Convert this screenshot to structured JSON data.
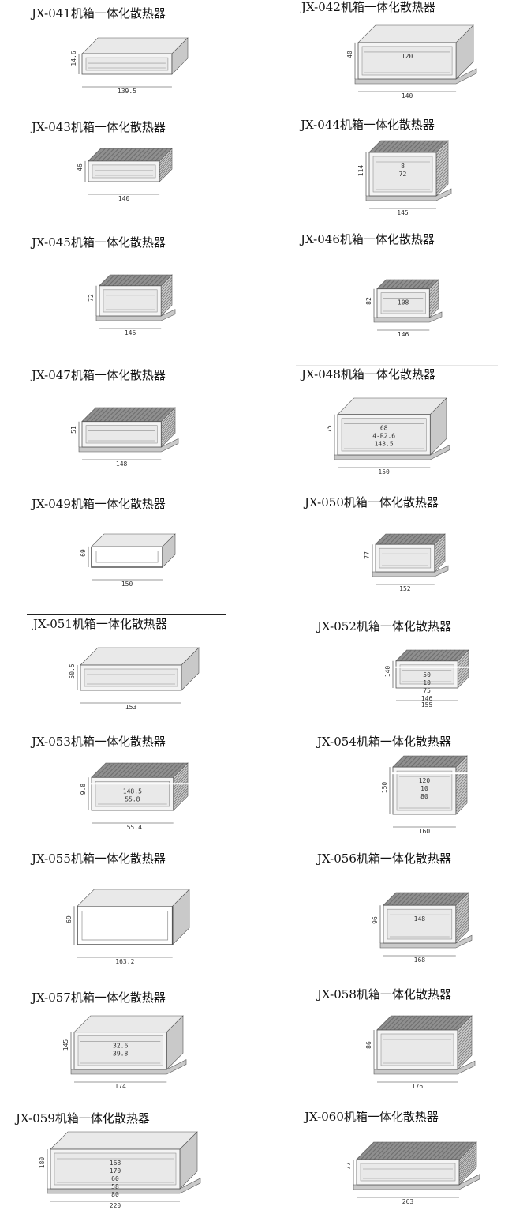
{
  "catalog": {
    "items": [
      {
        "title": "JX-041机箱一体化散热器",
        "dims": [
          "14.6",
          "139.5"
        ]
      },
      {
        "title": "JX-042机箱一体化散热器",
        "dims": [
          "40",
          "120",
          "140"
        ]
      },
      {
        "title": "JX-043机箱一体化散热器",
        "dims": [
          "46",
          "140"
        ]
      },
      {
        "title": "JX-044机箱一体化散热器",
        "dims": [
          "114",
          "8",
          "72",
          "145"
        ]
      },
      {
        "title": "JX-045机箱一体化散热器",
        "dims": [
          "72",
          "146"
        ]
      },
      {
        "title": "JX-046机箱一体化散热器",
        "dims": [
          "82",
          "108",
          "146"
        ]
      },
      {
        "title": "JX-047机箱一体化散热器",
        "dims": [
          "51",
          "148"
        ]
      },
      {
        "title": "JX-048机箱一体化散热器",
        "dims": [
          "75",
          "68",
          "4-R2.6",
          "143.5",
          "150"
        ]
      },
      {
        "title": "JX-049机箱一体化散热器",
        "dims": [
          "69",
          "150"
        ]
      },
      {
        "title": "JX-050机箱一体化散热器",
        "dims": [
          "77",
          "152"
        ]
      },
      {
        "title": "JX-051机箱一体化散热器",
        "dims": [
          "50.5",
          "153"
        ]
      },
      {
        "title": "JX-052机箱一体化散热器",
        "dims": [
          "140",
          "50",
          "10",
          "75",
          "146",
          "155"
        ]
      },
      {
        "title": "JX-053机箱一体化散热器",
        "dims": [
          "9.8",
          "148.5",
          "55.8",
          "155.4"
        ]
      },
      {
        "title": "JX-054机箱一体化散热器",
        "dims": [
          "150",
          "120",
          "10",
          "80",
          "160"
        ]
      },
      {
        "title": "JX-055机箱一体化散热器",
        "dims": [
          "69",
          "163.2"
        ]
      },
      {
        "title": "JX-056机箱一体化散热器",
        "dims": [
          "96",
          "148",
          "168"
        ]
      },
      {
        "title": "JX-057机箱一体化散热器",
        "dims": [
          "145",
          "32.6",
          "39.8",
          "174"
        ]
      },
      {
        "title": "JX-058机箱一体化散热器",
        "dims": [
          "86",
          "176"
        ]
      },
      {
        "title": "JX-059机箱一体化散热器",
        "dims": [
          "180",
          "168",
          "170",
          "60",
          "58",
          "80",
          "220"
        ]
      },
      {
        "title": "JX-060机箱一体化散热器",
        "dims": [
          "77",
          "263"
        ]
      }
    ]
  },
  "colors": {
    "metal_light": "#e9e9e9",
    "metal_mid": "#c9c9c9",
    "metal_dark": "#8f8f8f",
    "fin": "#6f6f6f",
    "outline": "#555555"
  }
}
